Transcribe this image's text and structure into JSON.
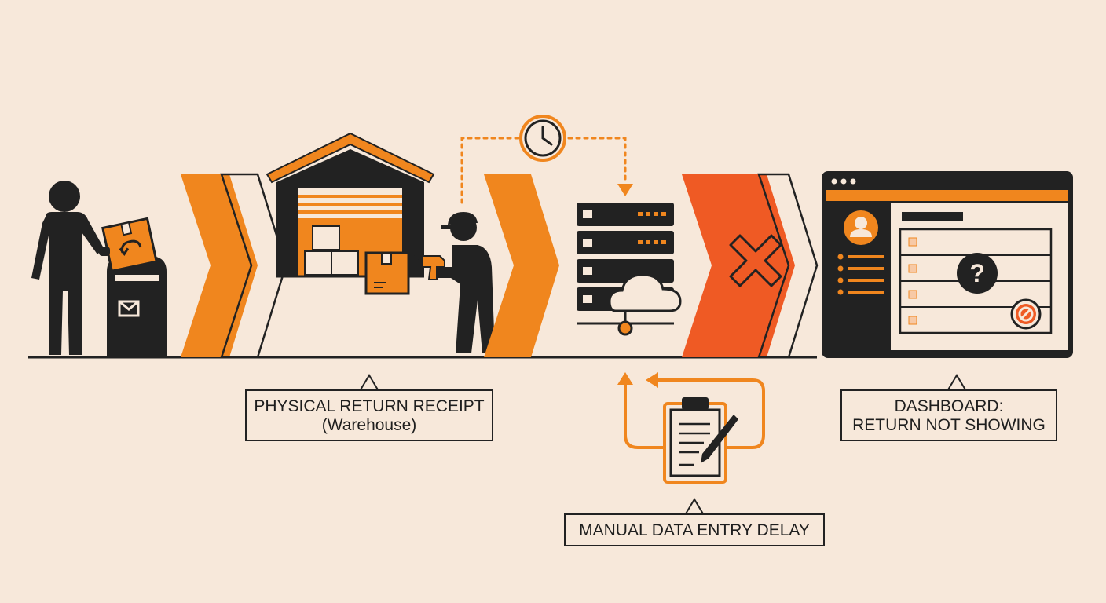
{
  "colors": {
    "background": "#f7e8da",
    "ink": "#222222",
    "orange": "#f0861e",
    "red_orange": "#ef5a24",
    "light": "#f7e8da"
  },
  "steps": [
    {
      "icon": "person-dropping-package-in-mailbox-icon"
    },
    {
      "icon": "warehouse-with-worker-scanning-package-icon"
    },
    {
      "icon": "server-cloud-icon"
    },
    {
      "icon": "blocked-transfer-x-icon"
    },
    {
      "icon": "dashboard-window-icon"
    }
  ],
  "labels": {
    "warehouse": {
      "line1": "PHYSICAL RETURN RECEIPT",
      "line2": "(Warehouse)"
    },
    "manual": {
      "line1": "MANUAL DATA ENTRY DELAY"
    },
    "dashboard": {
      "line1": "DASHBOARD:",
      "line2": "RETURN NOT SHOWING"
    }
  },
  "dashboard_glyphs": {
    "question": "?"
  }
}
